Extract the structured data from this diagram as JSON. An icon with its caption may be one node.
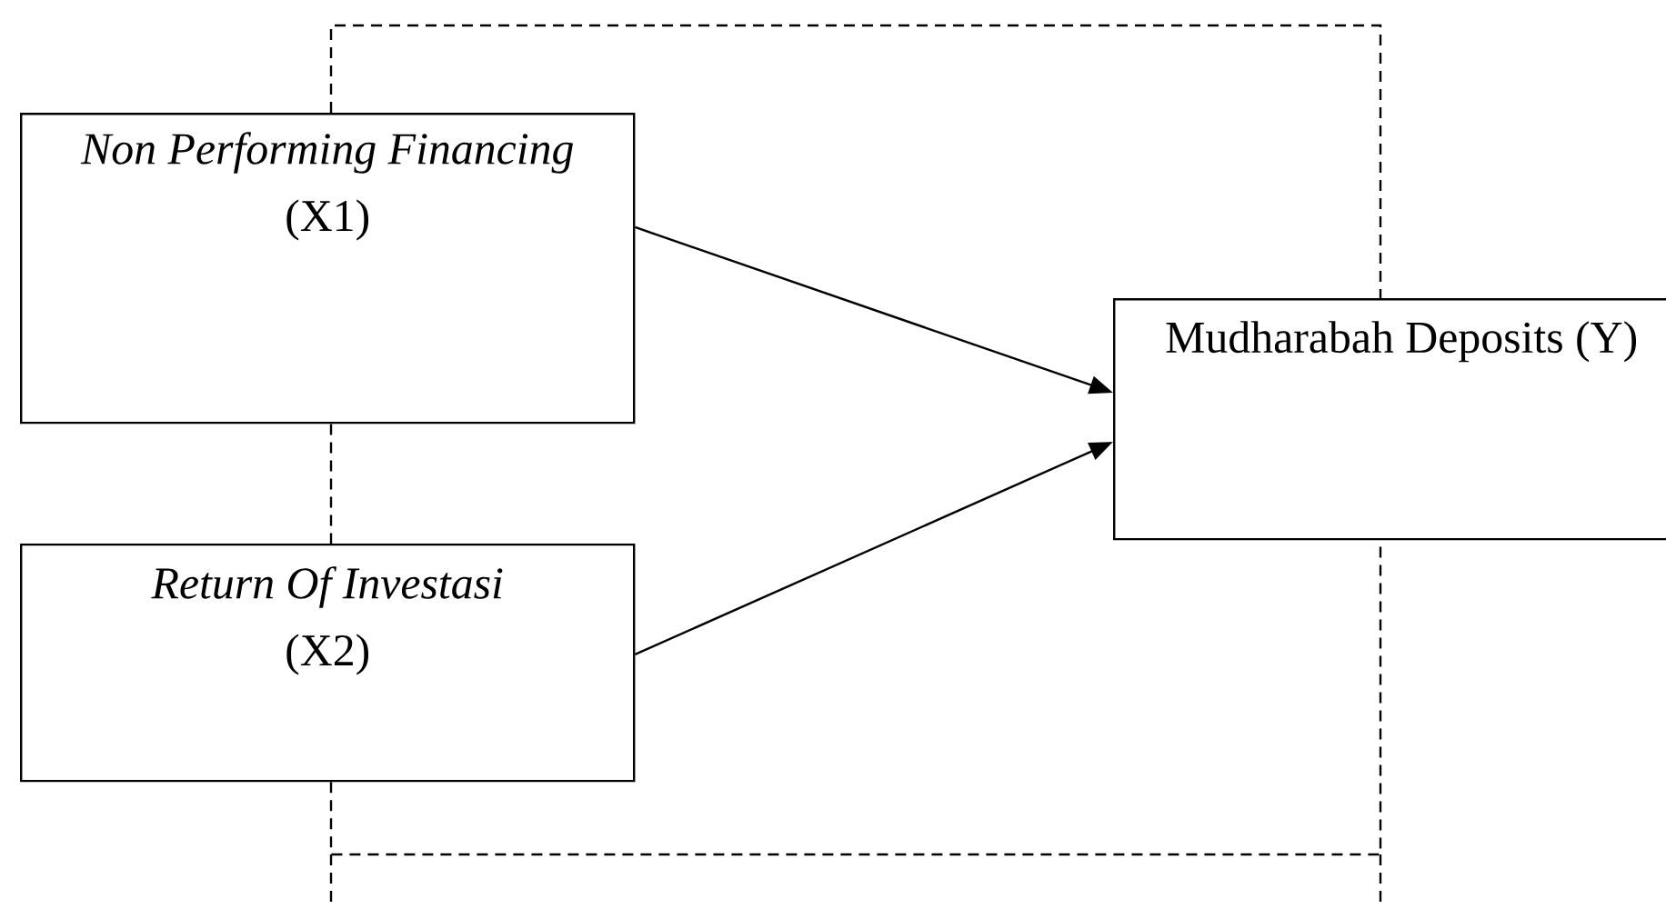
{
  "diagram": {
    "nodes": [
      {
        "text": [
          "Non Performing Financing",
          "(X1)"
        ]
      },
      {
        "text": [
          "Return Of Investasi",
          "(X2)"
        ]
      },
      {
        "text": [
          "Mudharabah Deposits (Y)"
        ]
      }
    ],
    "edges": [
      {
        "from": 0,
        "to": 2,
        "arrow": "to"
      },
      {
        "from": 1,
        "to": 2,
        "arrow": "to"
      },
      {
        "from": 0,
        "to": 2,
        "arrow": "none",
        "style": "dashed"
      },
      {
        "from": 0,
        "to": 1,
        "arrow": "none",
        "style": "dashed"
      },
      {
        "from": 1,
        "to": 2,
        "arrow": "none",
        "style": "dashed"
      }
    ]
  }
}
